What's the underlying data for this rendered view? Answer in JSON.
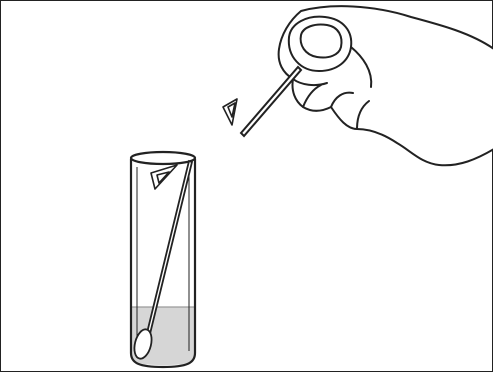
{
  "figure": {
    "elements": [
      "hand-holding-swab",
      "swab-stick",
      "break-point-marker",
      "test-tube",
      "liquid",
      "swab-in-tube",
      "tube-break-marker"
    ]
  },
  "colors": {
    "line": "#222222",
    "liquid": "#d6d6d6",
    "background": "#ffffff"
  }
}
